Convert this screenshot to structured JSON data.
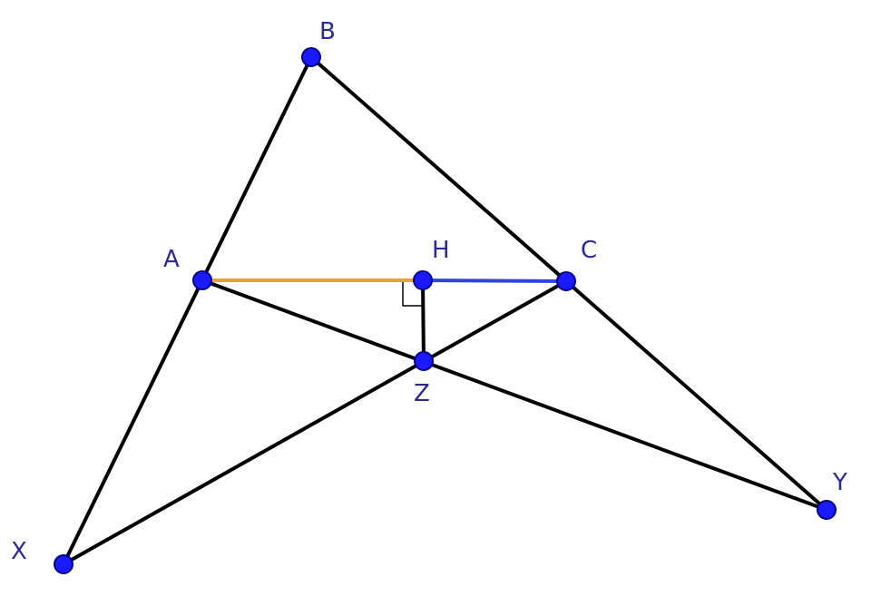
{
  "points": [
    {
      "id": "B",
      "label": "B"
    },
    {
      "id": "A",
      "label": "A"
    },
    {
      "id": "H",
      "label": "H"
    },
    {
      "id": "C",
      "label": "C"
    },
    {
      "id": "Z",
      "label": "Z"
    },
    {
      "id": "X",
      "label": "X"
    },
    {
      "id": "Y",
      "label": "Y"
    }
  ],
  "segments": [
    {
      "from": "B",
      "to": "X",
      "color": "#000000"
    },
    {
      "from": "B",
      "to": "Y",
      "color": "#000000"
    },
    {
      "from": "A",
      "to": "Y",
      "color": "#000000"
    },
    {
      "from": "X",
      "to": "C",
      "color": "#000000"
    },
    {
      "from": "H",
      "to": "Z",
      "color": "#000000"
    },
    {
      "from": "A",
      "to": "H",
      "color": "#f0a030"
    },
    {
      "from": "H",
      "to": "C",
      "color": "#3344dd"
    }
  ],
  "right_angle_marker": {
    "at": "H",
    "between": [
      "A",
      "Z"
    ]
  },
  "colors": {
    "point_fill": "#1a1aff",
    "point_stroke": "#00008b",
    "label": "#2a2a9a",
    "segment_default": "#000000"
  }
}
